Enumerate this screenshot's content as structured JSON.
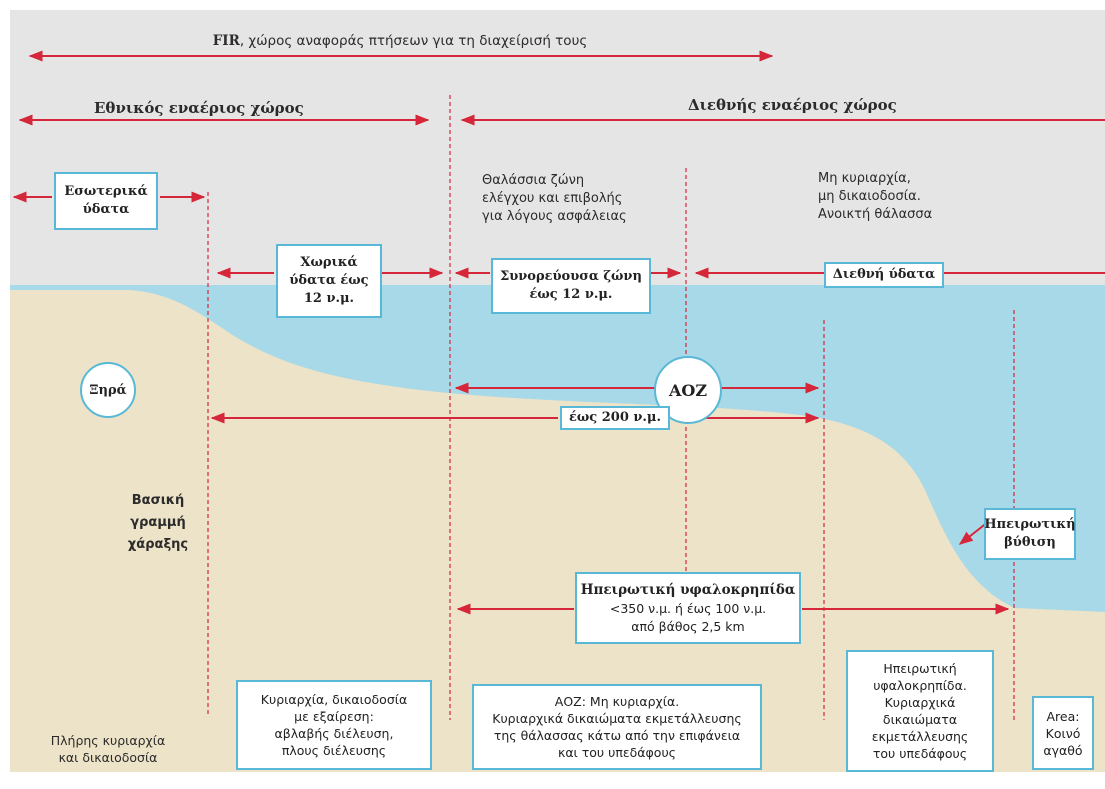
{
  "colors": {
    "sky": "#e5e5e5",
    "sea": "#a8d9e8",
    "land": "#ede3c8",
    "arrow": "#d6263a",
    "box_border": "#58b8d6"
  },
  "fir_label": {
    "bold": "FIR",
    "rest": ", χώρος αναφοράς πτήσεων για τη διαχείρισή τους"
  },
  "national_airspace": "Εθνικός εναέριος χώρος",
  "international_airspace": "Διεθνής εναέριος χώρος",
  "internal_waters": "Εσωτερικά\nύδατα",
  "security_zone": "Θαλάσσια ζώνη\nελέγχου και επιβολής\nγια λόγους ασφάλειας",
  "high_seas_note": "Μη κυριαρχία,\nμη δικαιοδοσία.\nΑνοικτή θάλασσα",
  "territorial_waters": "Χωρικά\nύδατα έως\n12 ν.μ.",
  "contiguous_zone": "Συνορεύουσα ζώνη\nέως 12 ν.μ.",
  "international_waters": "Διεθνή ύδατα",
  "dry_land": "Ξηρά",
  "eez_label": "ΑΟΖ",
  "eez_distance": "έως 200 ν.μ.",
  "baseline": "Βασική\nγραμμή\nχάραξης",
  "continental_slope": "Ηπειρωτική\nβύθιση",
  "continental_shelf": {
    "title": "Ηπειρωτική υφαλοκρηπίδα",
    "detail": "<350 ν.μ. ή έως 100 ν.μ.\nαπό βάθος 2,5 km"
  },
  "bottom": {
    "full_sovereignty": "Πλήρης κυριαρχία\nκαι δικαιοδοσία",
    "sovereignty_exception": "Κυριαρχία, δικαιοδοσία\nμε εξαίρεση:\nαβλαβής διέλευση,\nπλους διέλευσης",
    "eez_rights": "ΑΟΖ: Μη κυριαρχία.\nΚυριαρχικά δικαιώματα εκμετάλλευσης\nτης θάλασσας κάτω από την επιφάνεια\nκαι του υπεδάφους",
    "shelf_rights": "Ηπειρωτική\nυφαλοκρηπίδα.\nΚυριαρχικά\nδικαιώματα\nεκμετάλλευσης\nτου υπεδάφους",
    "area": "Area:\nΚοινό\nαγαθό"
  }
}
